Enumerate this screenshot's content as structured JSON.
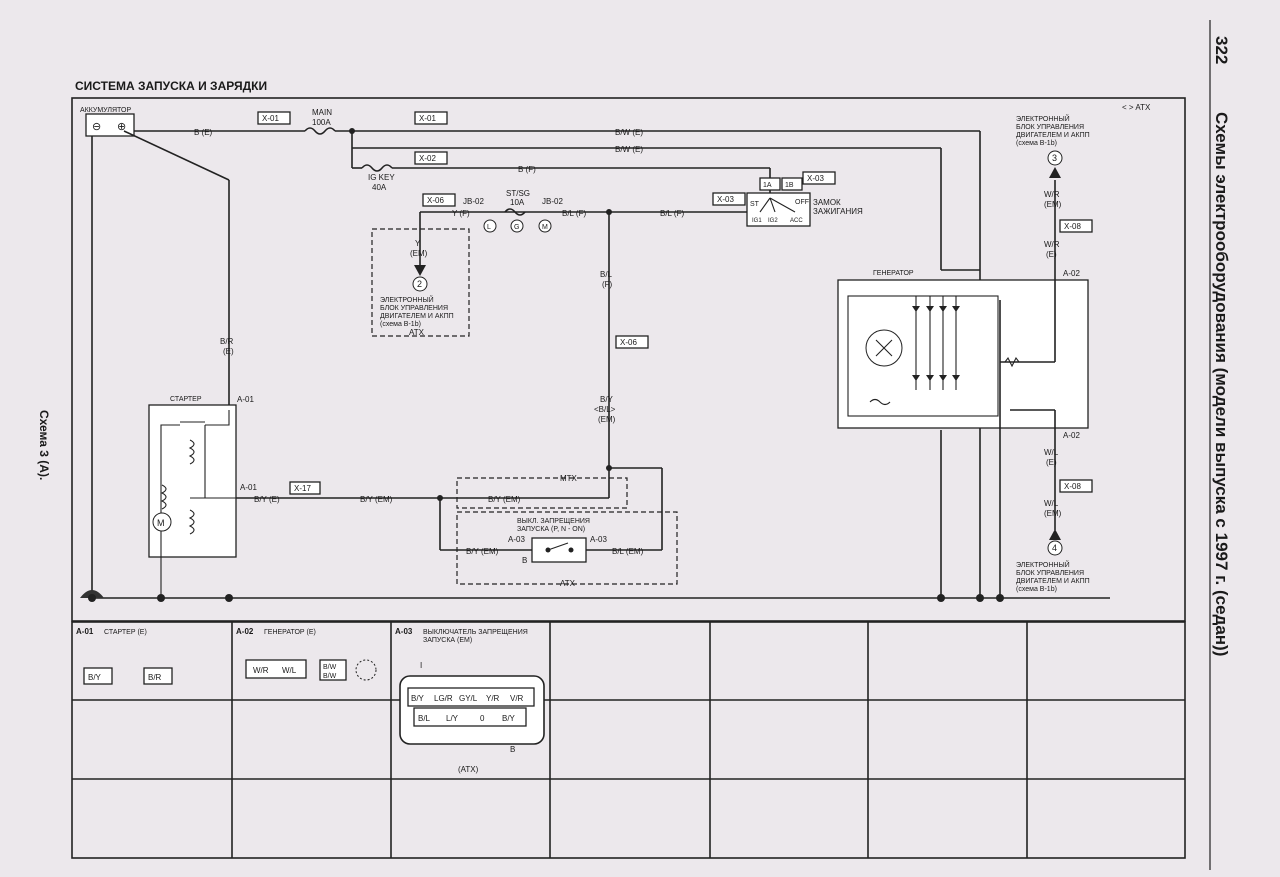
{
  "page": {
    "number": "322",
    "side_title": "Схемы электрооборудования (модели выпуска с 1997 г. (седан))",
    "scheme_label": "Схема 3 (А).",
    "section_title": "СИСТЕМА ЗАПУСКА И ЗАРЯДКИ"
  },
  "legend": {
    "atx_mark": "< > ATX"
  },
  "components": {
    "battery": "АККУМУЛЯТОР",
    "battery_neg": "⊖",
    "battery_pos": "⊕",
    "fuse_main": [
      "MAIN",
      "100A"
    ],
    "fuse_ig": [
      "IG KEY",
      "40A"
    ],
    "fuse_st": [
      "ST/SG",
      "10A"
    ],
    "ign_switch": [
      "ЗАМОК",
      "ЗАЖИГАНИЯ"
    ],
    "ign_terms": {
      "t1a": "1A",
      "t1b": "1B",
      "st": "ST",
      "ig1": "IG1",
      "ig2": "IG2",
      "acc": "ACC",
      "off": "OFF"
    },
    "starter": "СТАРТЕР",
    "generator": "ГЕНЕРАТОР",
    "inhibitor": [
      "ВЫКЛ. ЗАПРЕЩЕНИЯ",
      "ЗАПУСКА (P, N - ON)"
    ],
    "ecu2": [
      "ЭЛЕКТРОННЫЙ",
      "БЛОК УПРАВЛЕНИЯ",
      "ДВИГАТЕЛЕМ И АКПП",
      "(схема B-1b)"
    ],
    "ecu3": [
      "ЭЛЕКТРОННЫЙ",
      "БЛОК УПРАВЛЕНИЯ",
      "ДВИГАТЕЛЕМ И АКПП",
      "(схема B-1b)"
    ],
    "ecu4": [
      "ЭЛЕКТРОННЫЙ",
      "БЛОК УПРАВЛЕНИЯ",
      "ДВИГАТЕЛЕМ И АКПП",
      "(схема B-1b)"
    ],
    "ref2": "2",
    "ref3": "3",
    "ref4": "4",
    "mtx": "MTX",
    "atx": "ATX",
    "jb_l": "L",
    "jb_g": "G",
    "jb_m": "M"
  },
  "connectors": {
    "x01a": "X-01",
    "x01b": "X-01",
    "x02": "X-02",
    "x03": "X-03",
    "x03b": "X-03",
    "x06a": "X-06",
    "x06b": "X-06",
    "x08a": "X-08",
    "x08b": "X-08",
    "x17": "X-17",
    "jb02a": "JB-02",
    "jb02b": "JB-02",
    "a01a": "A-01",
    "a01b": "A-01",
    "a02a": "A-02",
    "a02b": "A-02",
    "a03a": "A-03",
    "a03b": "A-03"
  },
  "wires": {
    "b_e": "B (E)",
    "bw_e1": "B/W (E)",
    "bw_e2": "B/W (E)",
    "b_f": "B (F)",
    "y_f": "Y (F)",
    "bl_f1": "B/L (F)",
    "bl_f2": "B/L (F)",
    "y_em": [
      "Y",
      "(EM)"
    ],
    "br_e": [
      "B/R",
      "(E)"
    ],
    "bl_f_v": [
      "B/L",
      "(F)"
    ],
    "by_bl_em": [
      "B/Y",
      "<B/L>",
      "(EM)"
    ],
    "by_e": "B/Y (E)",
    "by_em1": "B/Y (EM)",
    "by_em2": "B/Y (EM)",
    "by_em3": "B/Y (EM)",
    "bl_em": "B/L (EM)",
    "b_lbl": "B",
    "wr_em": [
      "W/R",
      "(EM)"
    ],
    "wr_e": [
      "W/R",
      "(E)"
    ],
    "wl_e": [
      "W/L",
      "(E)"
    ],
    "wl_em": [
      "W/L",
      "(EM)"
    ]
  },
  "table": {
    "row1": [
      {
        "code": "A-01",
        "name": "СТАРТЕР (E)",
        "pins": [
          "B/Y",
          "B/R"
        ]
      },
      {
        "code": "A-02",
        "name": "ГЕНЕРАТОР (E)",
        "pins": [
          "W/R",
          "W/L",
          "B/W",
          "B/W"
        ]
      },
      {
        "code": "A-03",
        "name": "ВЫКЛЮЧАТЕЛЬ ЗАПРЕЩЕНИЯ",
        "name2": "ЗАПУСКА (EM)",
        "label_i": "I",
        "label_b": "B",
        "label_atx": "(ATX)",
        "pins_top": [
          "B/Y",
          "LG/R",
          "GY/L",
          "Y/R",
          "V/R"
        ],
        "pins_bot": [
          "B/L",
          "L/Y",
          "0",
          "B/Y"
        ]
      }
    ]
  }
}
